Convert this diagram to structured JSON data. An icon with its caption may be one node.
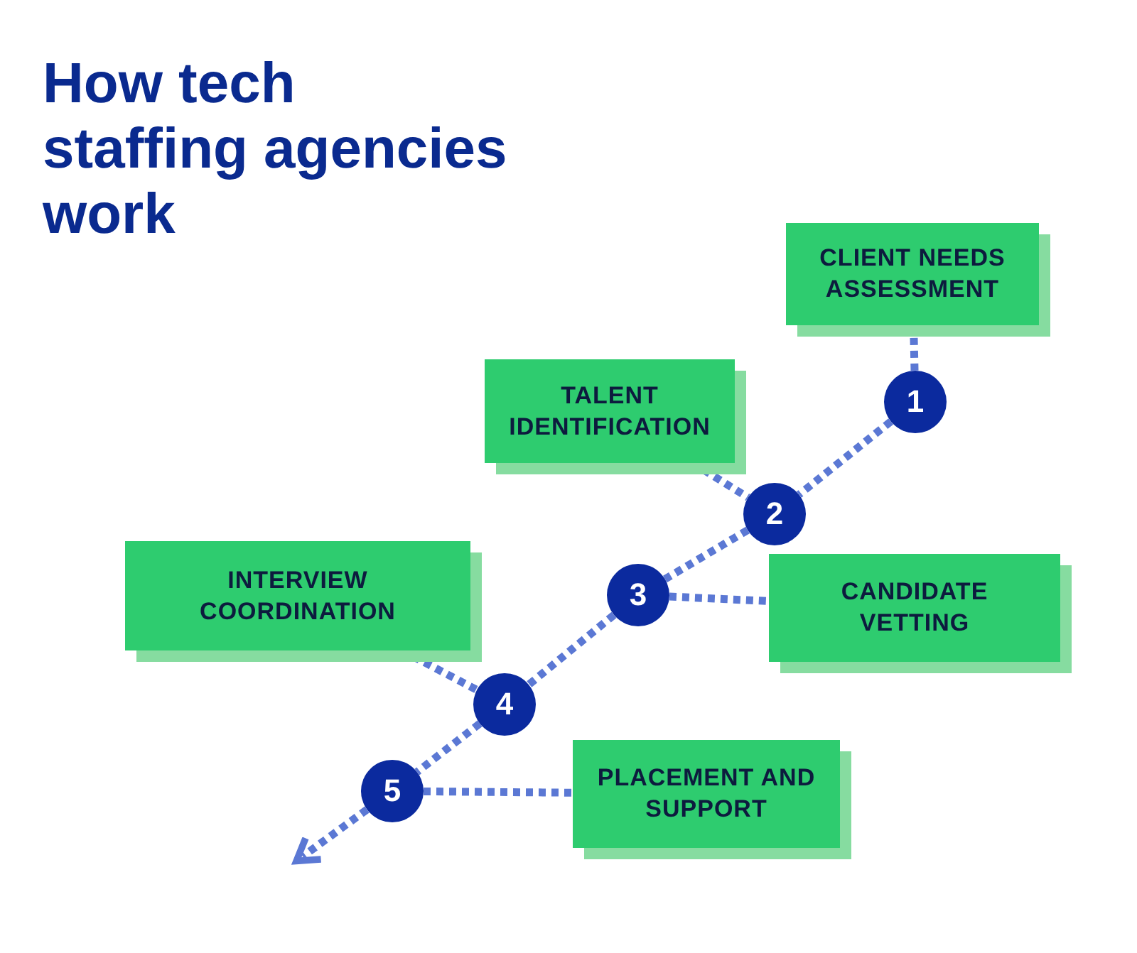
{
  "diagram": {
    "title": "How tech staffing agencies work",
    "nodes": [
      {
        "text": [
          "CLIENT NEEDS ASSESSMENT"
        ]
      },
      {
        "text": [
          "1"
        ]
      },
      {
        "text": [
          "TALENT IDENTIFICATION"
        ]
      },
      {
        "text": [
          "2"
        ]
      },
      {
        "text": [
          "3"
        ]
      },
      {
        "text": [
          "CANDIDATE VETTING"
        ]
      },
      {
        "text": [
          "INTERVIEW COORDINATION"
        ]
      },
      {
        "text": [
          "4"
        ]
      },
      {
        "text": [
          "5"
        ]
      },
      {
        "text": [
          "PLACEMENT AND SUPPORT"
        ]
      }
    ],
    "edges": [
      {
        "from": 0,
        "to": 1,
        "arrow": "none",
        "style": "dashed"
      },
      {
        "from": 1,
        "to": 3,
        "arrow": "none",
        "style": "dashed"
      },
      {
        "from": 2,
        "to": 3,
        "arrow": "none",
        "style": "dashed"
      },
      {
        "from": 3,
        "to": 4,
        "arrow": "none",
        "style": "dashed"
      },
      {
        "from": 4,
        "to": 5,
        "arrow": "none",
        "style": "dashed"
      },
      {
        "from": 4,
        "to": 7,
        "arrow": "none",
        "style": "dashed"
      },
      {
        "from": 6,
        "to": 7,
        "arrow": "none",
        "style": "dashed"
      },
      {
        "from": 7,
        "to": 8,
        "arrow": "none",
        "style": "dashed"
      },
      {
        "from": 8,
        "to": 9,
        "arrow": "none",
        "style": "dashed"
      },
      {
        "from": 8,
        "to": null,
        "arrow": "to",
        "style": "dashed"
      }
    ]
  }
}
